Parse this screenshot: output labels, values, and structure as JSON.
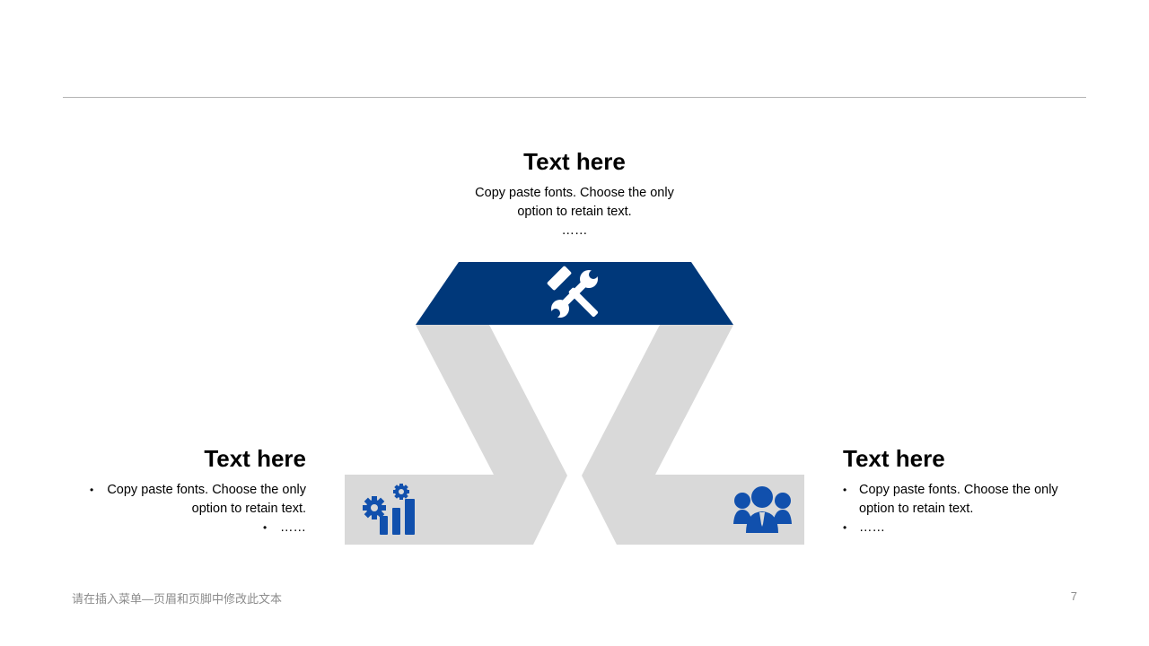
{
  "top": {
    "title": "Text here",
    "line1": "Copy paste fonts. Choose the only",
    "line2": "option to retain text.",
    "line3": "……"
  },
  "left": {
    "title": "Text here",
    "bullet1": "Copy paste fonts. Choose the only option to retain text.",
    "bullet2": "……"
  },
  "right": {
    "title": "Text here",
    "bullet1": "Copy paste fonts. Choose the only option to retain text.",
    "bullet2": "……"
  },
  "footer": {
    "text": "请在插入菜单—页眉和页脚中修改此文本",
    "page_number": "7"
  },
  "colors": {
    "accent": "#00387a",
    "icon_blue": "#1150ad",
    "gray_shape": "#d9d9d9",
    "rule": "#b3b3b3"
  },
  "icons": {
    "top": "tools-icon",
    "left": "bar-chart-gears-icon",
    "right": "team-icon"
  }
}
